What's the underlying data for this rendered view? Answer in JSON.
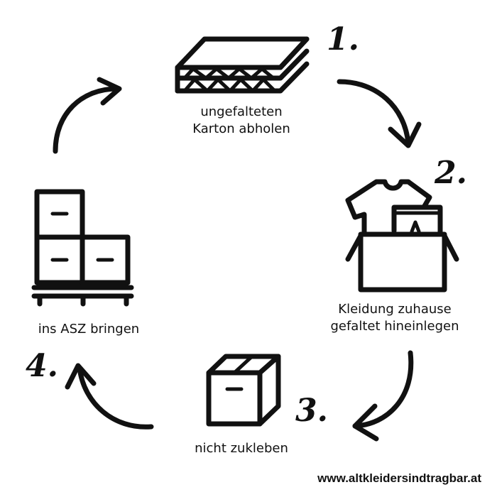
{
  "steps": [
    {
      "number": "1.",
      "line1": "ungefalteten",
      "line2": "Karton abholen",
      "icon": "flat-cardboard-icon"
    },
    {
      "number": "2.",
      "line1": "Kleidung zuhause",
      "line2": "gefaltet hineinlegen",
      "icon": "clothes-in-box-icon"
    },
    {
      "number": "3.",
      "line1": "nicht zukleben",
      "icon": "open-box-icon"
    },
    {
      "number": "4.",
      "line1": "ins ASZ bringen",
      "icon": "pallet-boxes-icon"
    }
  ],
  "footer": {
    "url": "www.altkleidersindtragbar.at"
  },
  "colors": {
    "ink": "#111111",
    "background": "#ffffff"
  }
}
